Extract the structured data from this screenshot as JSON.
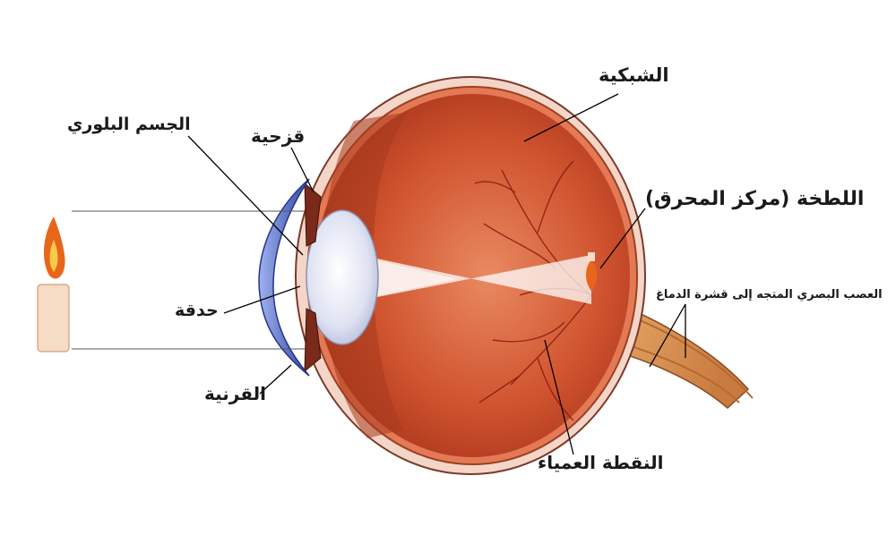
{
  "labels": {
    "retina": "الشبكية",
    "lens": "الجسم البلوري",
    "iris": "قزحية",
    "fovea": "اللطخة (مركز المحرق)",
    "pupil": "حدقة",
    "optic_nerve": "العصب البصري المتجه إلى قشرة الدماغ",
    "cornea": "القرنية",
    "blind_spot": "النقطة العمياء"
  },
  "colors": {
    "eye_interior": "#c94a2a",
    "sclera": "#f4d6c8",
    "lens": "#d8dcef",
    "cornea": "#4a5fb8",
    "flame": "#e8661a",
    "candle": "#f6dcc4",
    "leader": "#000000"
  }
}
